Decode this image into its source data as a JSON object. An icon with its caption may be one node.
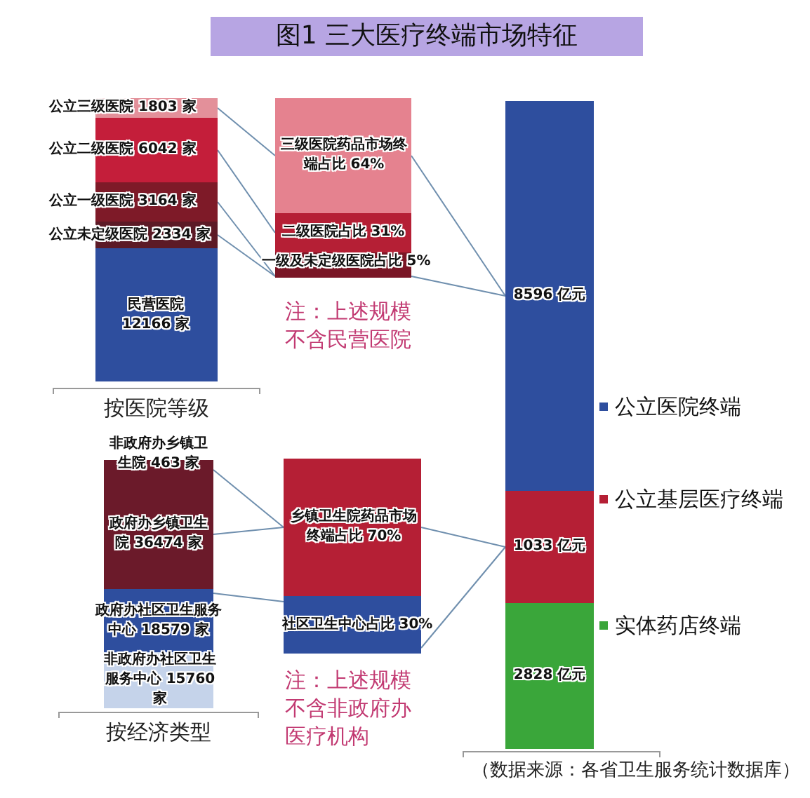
{
  "diagram": {
    "title": "图1 三大医疗终端市场特征",
    "nodes": [
      {
        "text": [
          "公立三级医院 1803 家"
        ]
      },
      {
        "text": [
          "公立二级医院 6042 家"
        ]
      },
      {
        "text": [
          "公立一级医院 3164 家"
        ]
      },
      {
        "text": [
          "公立未定级医院 2334 家"
        ]
      },
      {
        "text": [
          "民营医院 12166 家"
        ]
      },
      {
        "text": [
          "三级医院药品市场终端占比 64%"
        ]
      },
      {
        "text": [
          "二级医院占比 31%"
        ]
      },
      {
        "text": [
          "一级及未定级医院占比 5%"
        ]
      },
      {
        "text": [
          "8596 亿元"
        ]
      },
      {
        "text": [
          "1033 亿元"
        ]
      },
      {
        "text": [
          "2828 亿元"
        ]
      },
      {
        "text": [
          "非政府办乡镇卫生院 463 家"
        ]
      },
      {
        "text": [
          "政府办乡镇卫生院 36474 家"
        ]
      },
      {
        "text": [
          "政府办社区卫生服务中心 18579 家"
        ]
      },
      {
        "text": [
          "非政府办社区卫生服务中心 15760 家"
        ]
      },
      {
        "text": [
          "乡镇卫生院药品市场终端占比 70%"
        ]
      },
      {
        "text": [
          "社区卫生中心占比 30%"
        ]
      }
    ],
    "edges": [
      {
        "from": 0,
        "to": 5,
        "arrow": "none"
      },
      {
        "from": 1,
        "to": 6,
        "arrow": "none"
      },
      {
        "from": 2,
        "to": 7,
        "arrow": "none"
      },
      {
        "from": 3,
        "to": 7,
        "arrow": "none"
      },
      {
        "from": 5,
        "to": 8,
        "arrow": "none"
      },
      {
        "from": 7,
        "to": 8,
        "arrow": "none"
      },
      {
        "from": 11,
        "to": 15,
        "arrow": "none"
      },
      {
        "from": 12,
        "to": 15,
        "arrow": "none"
      },
      {
        "from": 13,
        "to": 16,
        "arrow": "none"
      },
      {
        "from": 15,
        "to": 9,
        "arrow": "none"
      },
      {
        "from": 16,
        "to": 9,
        "arrow": "none"
      }
    ],
    "labels": [
      "按医院等级",
      "注：上述规模不含民营医院",
      "按经济类型",
      "注：上述规模不含非政府办医疗机构",
      "（数据来源：各省卫生服务统计数据库）"
    ],
    "legend": [
      {
        "text": "公立医院终端",
        "color": "#2e4e9e"
      },
      {
        "text": "公立基层医疗终端",
        "color": "#b51f35"
      },
      {
        "text": "实体药店终端",
        "color": "#3aa63a"
      }
    ]
  }
}
